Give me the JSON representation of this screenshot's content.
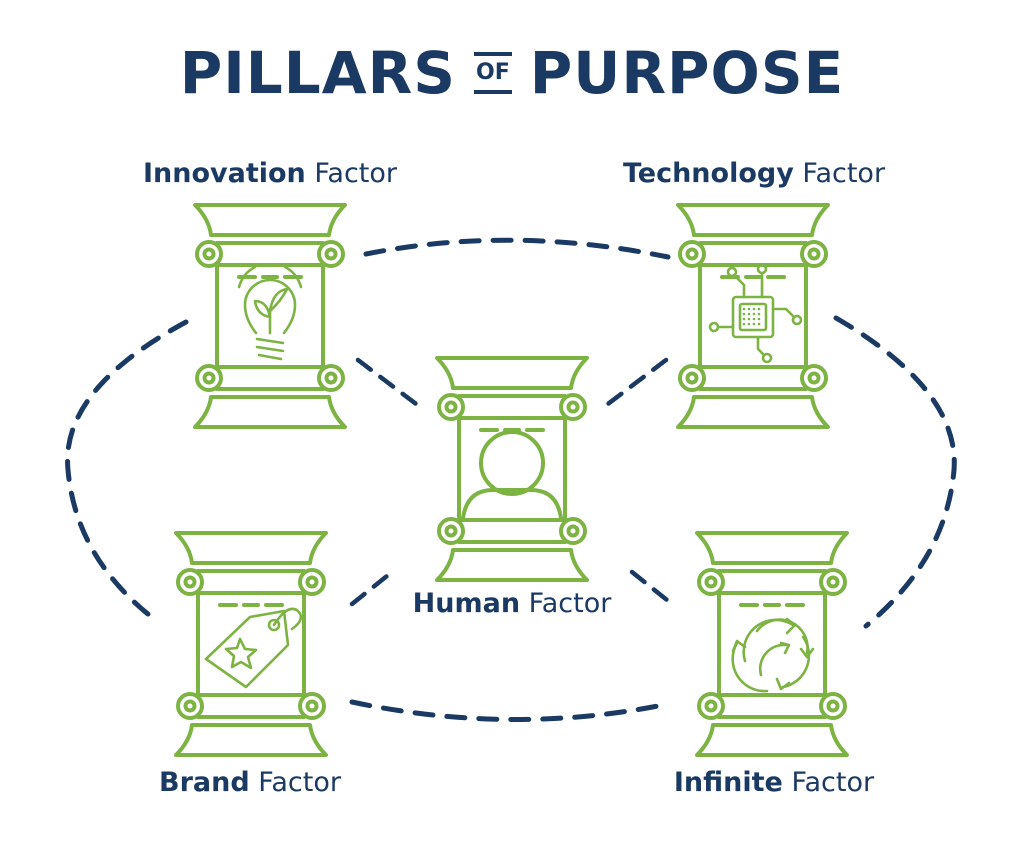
{
  "title": {
    "part1": "PILLARS",
    "connector": "OF",
    "part2": "PURPOSE"
  },
  "factors": {
    "innovation": {
      "strong": "Innovation",
      "light": "Factor",
      "icon": "lightbulb-plant-icon"
    },
    "technology": {
      "strong": "Technology",
      "light": "Factor",
      "icon": "microchip-icon"
    },
    "human": {
      "strong": "Human",
      "light": "Factor",
      "icon": "person-icon"
    },
    "brand": {
      "strong": "Brand",
      "light": "Factor",
      "icon": "star-tag-icon"
    },
    "infinite": {
      "strong": "Infinite",
      "light": "Factor",
      "icon": "cycle-arrows-icon"
    }
  },
  "colors": {
    "navy": "#1b3a63",
    "green": "#7cb342",
    "background": "#ffffff"
  }
}
